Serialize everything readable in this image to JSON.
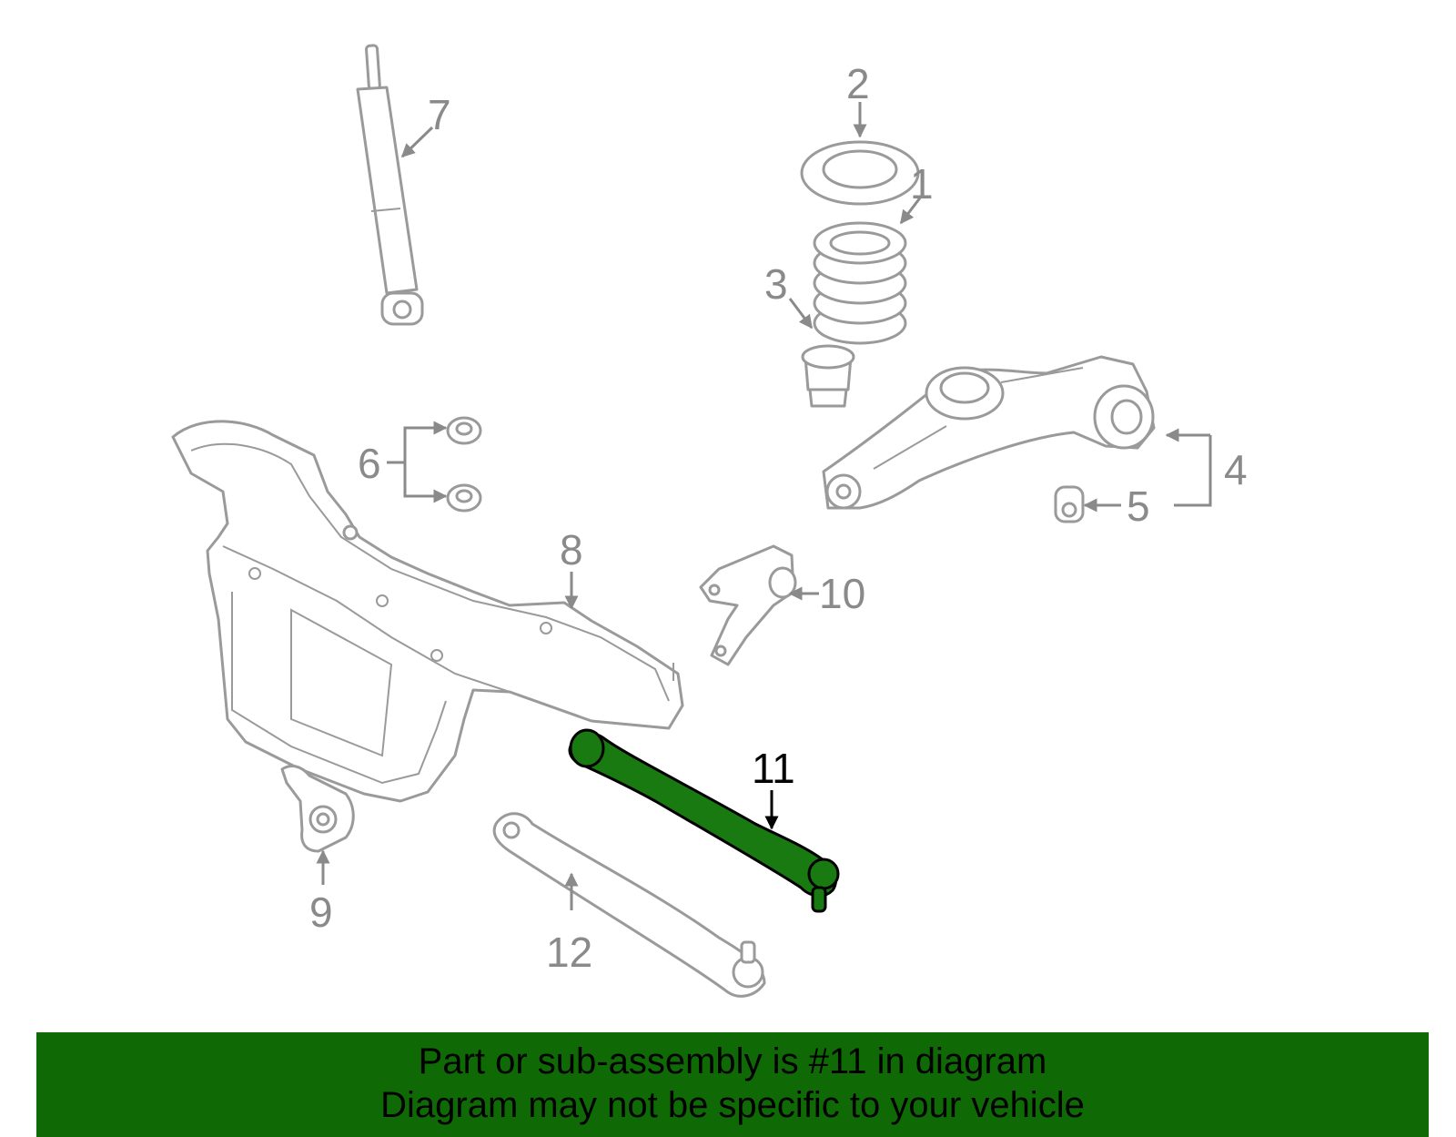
{
  "callouts": {
    "c1": "1",
    "c2": "2",
    "c3": "3",
    "c4": "4",
    "c5": "5",
    "c6": "6",
    "c7": "7",
    "c8": "8",
    "c9": "9",
    "c10": "10",
    "c11": "11",
    "c12": "12"
  },
  "highlighted_part": "11",
  "colors": {
    "highlight": "#1a7a12",
    "banner": "#0f6a06",
    "parts": "#9a9a9a"
  },
  "banner": {
    "line1": "Part or sub-assembly is #11 in diagram",
    "line2": "Diagram may not be specific to your vehicle"
  }
}
